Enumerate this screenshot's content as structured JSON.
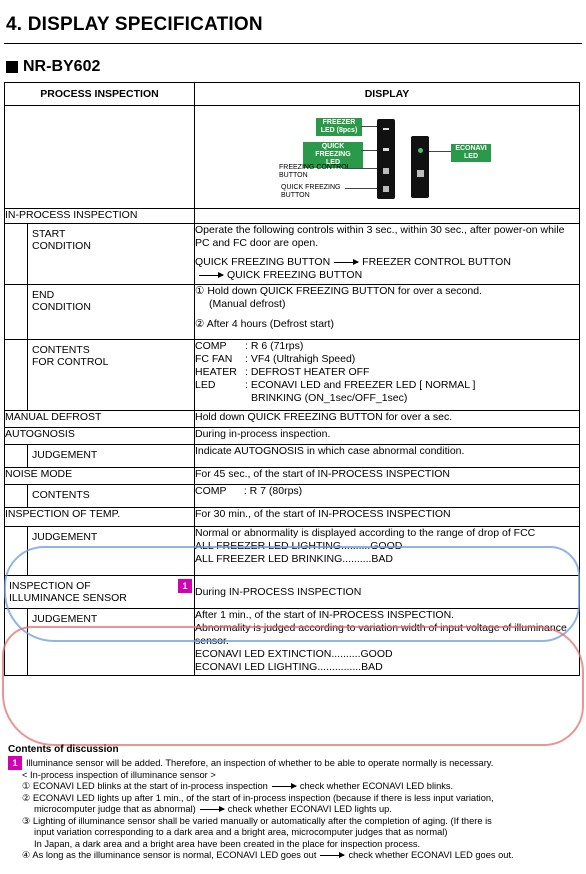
{
  "section_title": "4. DISPLAY SPECIFICATION",
  "model": "NR-BY602",
  "table": {
    "col_left": "PROCESS INSPECTION",
    "col_right": "DISPLAY",
    "diagram": {
      "freezer_led": "FREEZER\nLED (8pcs)",
      "quick_led": "QUICK FREEZING\nLED",
      "freezing_ctrl": "FREEZING CONTROL\nBUTTON",
      "quick_btn": "QUICK FREEZING\nBUTTON",
      "econavi_led": "ECONAVI\nLED",
      "colors": {
        "led_box": "#2a9a4a",
        "panel": "#111111"
      }
    },
    "in_process": {
      "label": "IN-PROCESS INSPECTION",
      "start_label": "START\nCONDITION",
      "start_text": "Operate the following controls within 3 sec., within 30 sec., after power-on while PC and FC door are open.",
      "seq_1": "QUICK FREEZING BUTTON",
      "seq_2": "FREEZER CONTROL BUTTON",
      "seq_3": "QUICK FREEZING BUTTON",
      "end_label": "END\nCONDITION",
      "end_1a": "① Hold down QUICK FREEZING BUTTON for over a second.",
      "end_1b": "(Manual defrost)",
      "end_2": "② After 4 hours (Defrost start)",
      "contents_label": "CONTENTS\nFOR CONTROL",
      "comp_key": "COMP",
      "comp_val": ": R 6 (71rps)",
      "fcfan_key": "FC FAN",
      "fcfan_val": ": VF4 (Ultrahigh Speed)",
      "heater_key": "HEATER",
      "heater_val": ": DEFROST HEATER OFF",
      "led_key": "LED",
      "led_val": ": ECONAVI LED and FREEZER LED [ NORMAL ]",
      "led_val2": "BRINKING (ON_1sec/OFF_1sec)"
    },
    "manual_defrost": {
      "label": "MANUAL DEFROST",
      "text": "Hold down QUICK FREEZING BUTTON for over a sec."
    },
    "autognosis": {
      "label": "AUTOGNOSIS",
      "text": "During in-process inspection.",
      "judgement_label": "JUDGEMENT",
      "judgement_text": "Indicate AUTOGNOSIS in which case abnormal condition."
    },
    "noise_mode": {
      "label": "NOISE MODE",
      "text": "For 45 sec., of the start of IN-PROCESS INSPECTION",
      "contents_label": "CONTENTS",
      "contents_text": "COMP      : R 7 (80rps)"
    },
    "temp": {
      "label": "INSPECTION OF TEMP.",
      "text": "For 30 min., of the start of IN-PROCESS INSPECTION",
      "judgement_label": "JUDGEMENT",
      "j1": "Normal or abnormality is displayed according to the range of drop of FCC",
      "j2": "ALL FREEZER LED LIGHTING..........GOOD",
      "j3": "ALL FREEZER LED BRINKING..........BAD"
    },
    "illum": {
      "label": "INSPECTION OF\nILLUMINANCE SENSOR",
      "badge": "1",
      "text": "During IN-PROCESS INSPECTION",
      "judgement_label": "JUDGEMENT",
      "j1": "After 1 min., of the start of IN-PROCESS INSPECTION.",
      "j2": "Abnormality is judged according to variation width of input voltage of illuminance sensor.",
      "j3": "ECONAVI LED EXTINCTION..........GOOD",
      "j4": "ECONAVI LED LIGHTING...............BAD"
    }
  },
  "notes": {
    "heading": "Contents of discussion",
    "badge": "1",
    "l1": "Illuminance sensor will be added. Therefore, an inspection of whether to be able to operate normally is necessary.",
    "l2": "< In-process inspection of illuminance sensor >",
    "l3a": "① ECONAVI LED blinks at the start of in-process inspection",
    "l3b": "check whether ECONAVI LED blinks.",
    "l4": "② ECONAVI LED lights up after 1 min., of the start of in-process inspection (because if there is less input variation,",
    "l5a": "microcomputer judge that as abnormal)",
    "l5b": "check whether ECONAVI LED lights up.",
    "l6": "③ Lighting of illuminance sensor shall be varied manually or automatically after the completion of aging. (If there is",
    "l7": "input variation corresponding to a dark area and a bright area, microcomputer judges that as normal)",
    "l8": "In Japan, a dark area and a bright area have been created in the place for inspection process.",
    "l9a": "④ As long as the illuminance sensor is normal, ECONAVI LED goes out",
    "l9b": "check whether ECONAVI LED goes out."
  }
}
